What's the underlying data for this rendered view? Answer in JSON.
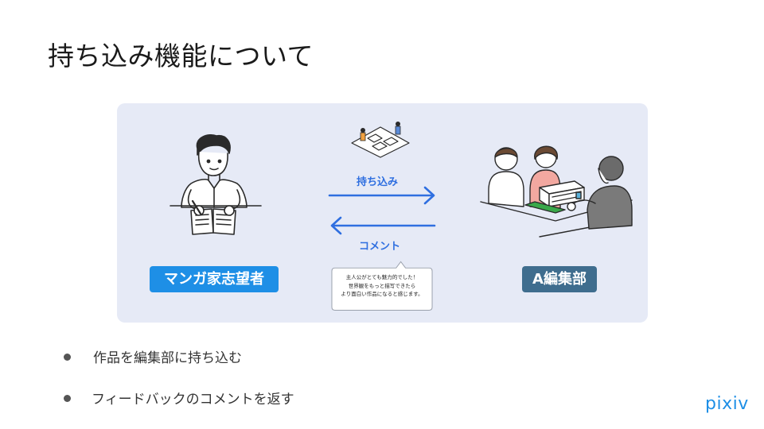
{
  "slide": {
    "title": "持ち込み機能について"
  },
  "diagram": {
    "left_label": "マンガ家志望者",
    "right_label": "A編集部",
    "arrow_forward_label": "持ち込み",
    "arrow_back_label": "コメント",
    "comment_bubble_lines": [
      "主人公がとても魅力的でした！",
      "世界観をもっと描写できたら",
      "より面白い作品になると感じます。"
    ],
    "colors": {
      "panel": "#e6eaf6",
      "arrow": "#2f6fe0",
      "manga_tag": "#1e8fe6",
      "editor_tag": "#3f6d8e"
    }
  },
  "bullets": [
    "作品を編集部に持ち込む",
    "フィードバックのコメントを返す"
  ],
  "brand": {
    "logo_text": "pixiv",
    "color": "#1e8fe6"
  }
}
